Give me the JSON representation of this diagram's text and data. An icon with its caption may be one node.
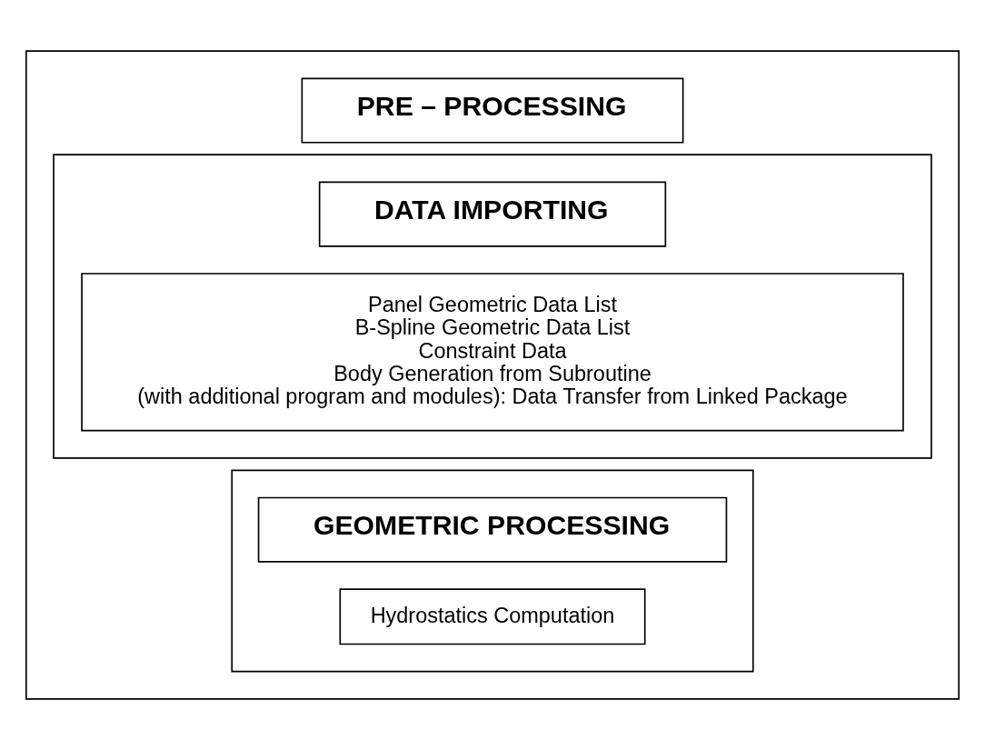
{
  "diagram": {
    "nodes": [
      {
        "text": [],
        "shape": "box"
      },
      {
        "text": [
          "PRE – PROCESSING"
        ],
        "in": 0
      },
      {
        "text": [],
        "shape": "box",
        "in": 0
      },
      {
        "text": [
          "DATA IMPORTING"
        ],
        "in": 2
      },
      {
        "text": [
          "Panel Geometric Data List",
          "B-Spline Geometric Data List",
          "Constraint Data",
          "Body Generation from Subroutine",
          "(with additional program and modules): Data Transfer from Linked Package"
        ],
        "in": 2
      },
      {
        "text": [],
        "shape": "box",
        "in": 0
      },
      {
        "text": [
          "GEOMETRIC PROCESSING"
        ],
        "in": 5
      },
      {
        "text": [
          "Hydrostatics Computation"
        ],
        "in": 5
      }
    ],
    "edges": []
  }
}
